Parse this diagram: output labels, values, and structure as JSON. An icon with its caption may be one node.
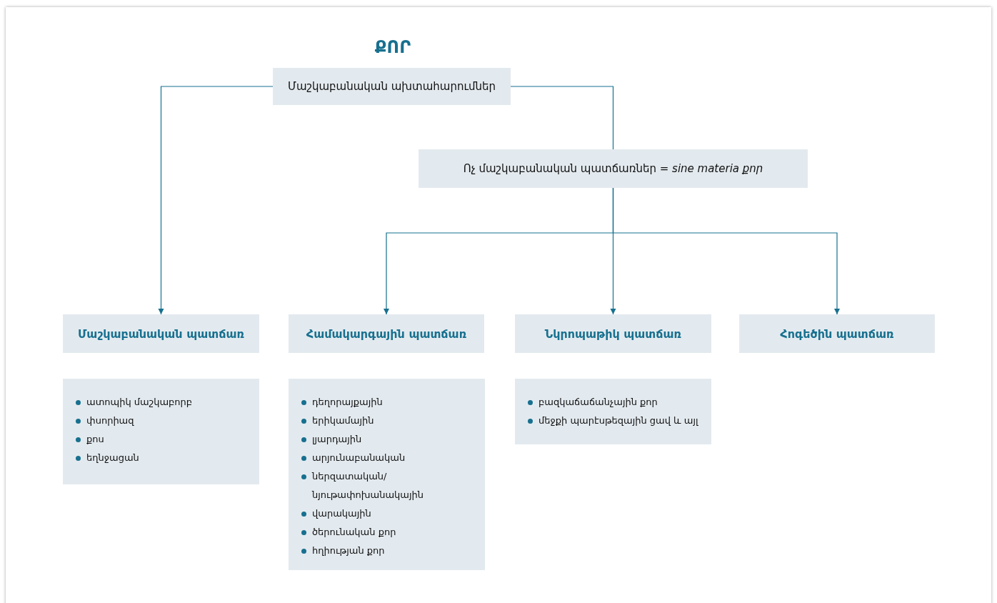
{
  "diagram": {
    "title": "ՔՈՐ",
    "nodes": [
      {
        "text": [
          "Մաշկաբանական ախտահարումներ"
        ]
      },
      {
        "text": [
          "Ոչ մաշկաբանական պատճառներ = *sine materia քոր*"
        ]
      },
      {
        "text": [
          "Մաշկաբանական պատճառ"
        ]
      },
      {
        "text": [
          "Համակարգային պատճառ"
        ]
      },
      {
        "text": [
          "Նկրոպաթիկ պատճառ"
        ]
      },
      {
        "text": [
          "Հոգեծին պատճառ"
        ]
      },
      {
        "text": [
          "ատոպիկ մաշկաբորբ",
          "փսորիազ",
          "քոս",
          "եղնջացան"
        ]
      },
      {
        "text": [
          "դեղորայքային",
          "երիկամային",
          "լյարդային",
          "արյունաբանական",
          "ներզատական/ նյութափոխանակային",
          "վարակային",
          "ծերունական քոր",
          "հղիության քոր"
        ]
      },
      {
        "text": [
          "բազկաճաճանչային քոր",
          "մեջքի պարէսթեզային ցավ և այլ"
        ]
      }
    ],
    "edges": [
      {
        "from": 0,
        "to": 2,
        "arrow": "to"
      },
      {
        "from": 0,
        "to": 1,
        "arrow": "none"
      },
      {
        "from": 1,
        "to": 3,
        "arrow": "to"
      },
      {
        "from": 1,
        "to": 4,
        "arrow": "to"
      },
      {
        "from": 1,
        "to": 5,
        "arrow": "to"
      }
    ]
  }
}
